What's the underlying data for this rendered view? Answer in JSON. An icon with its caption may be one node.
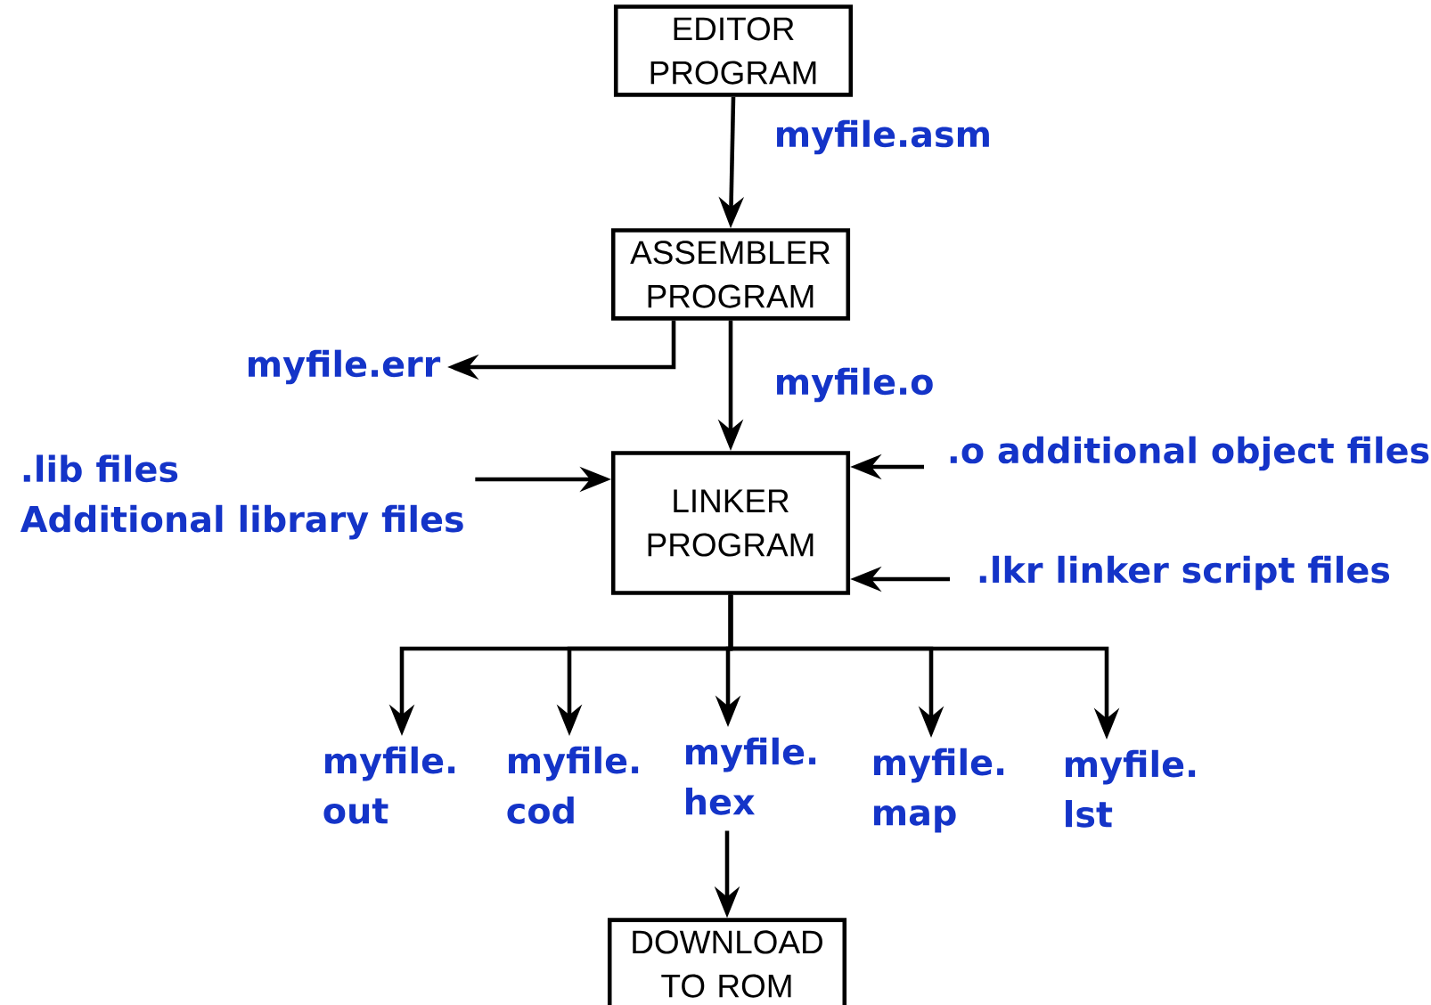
{
  "diagram": {
    "nodes": [
      {
        "text": [
          "EDITOR PROGRAM"
        ]
      },
      {
        "text": [
          "ASSEMBLER PROGRAM"
        ]
      },
      {
        "text": [
          "myfile.err"
        ]
      },
      {
        "text": [
          "LINKER PROGRAM"
        ]
      },
      {
        "text": [
          ".lib files",
          "Additional library files"
        ]
      },
      {
        "text": [
          ".o additional object files"
        ]
      },
      {
        "text": [
          ".lkr linker script files"
        ]
      },
      {
        "text": [
          "myfile. out"
        ]
      },
      {
        "text": [
          "myfile. cod"
        ]
      },
      {
        "text": [
          "myfile. hex"
        ]
      },
      {
        "text": [
          "myfile. map"
        ]
      },
      {
        "text": [
          "myfile. lst"
        ]
      },
      {
        "text": [
          "DOWNLOAD TO ROM"
        ]
      }
    ],
    "edges": [
      {
        "from": 0,
        "to": 1,
        "arrow": "to",
        "label": "myfile.asm"
      },
      {
        "from": 1,
        "to": 2,
        "arrow": "to"
      },
      {
        "from": 1,
        "to": 3,
        "arrow": "to",
        "label": "myfile.o"
      },
      {
        "from": 4,
        "to": 3,
        "arrow": "to"
      },
      {
        "from": 5,
        "to": 3,
        "arrow": "to"
      },
      {
        "from": 6,
        "to": 3,
        "arrow": "to"
      },
      {
        "from": 3,
        "to": 7,
        "arrow": "to"
      },
      {
        "from": 3,
        "to": 8,
        "arrow": "to"
      },
      {
        "from": 3,
        "to": 9,
        "arrow": "to"
      },
      {
        "from": 3,
        "to": 10,
        "arrow": "to"
      },
      {
        "from": 3,
        "to": 11,
        "arrow": "to"
      },
      {
        "from": 9,
        "to": 12,
        "arrow": "to"
      }
    ]
  }
}
